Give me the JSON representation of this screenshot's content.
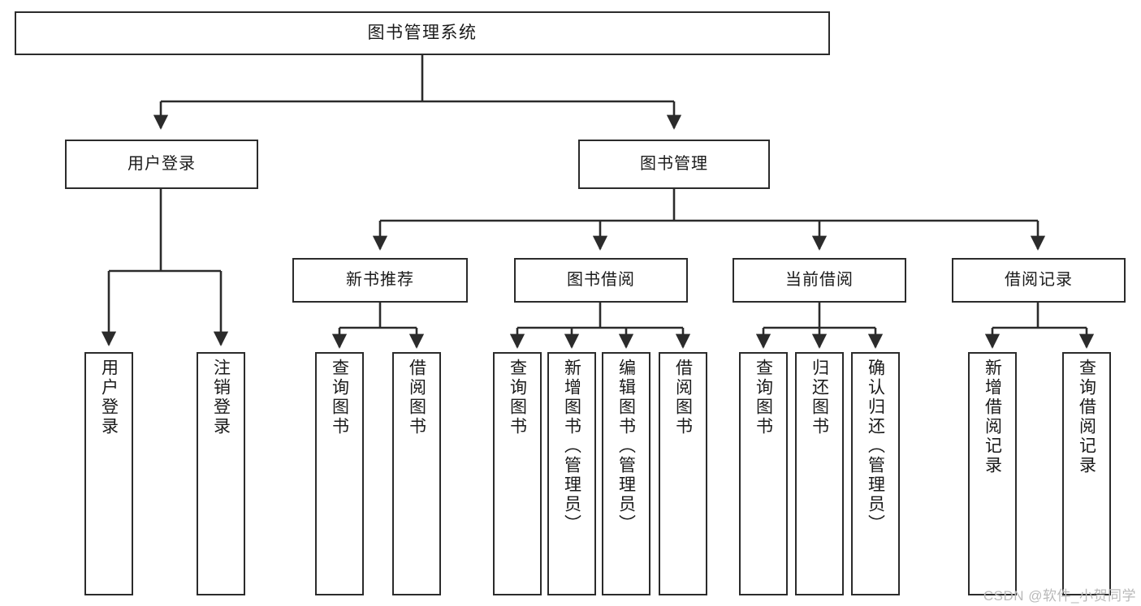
{
  "diagram": {
    "title": "图书管理系统",
    "type": "tree-hierarchy-chart",
    "watermark": "CSDN @软件_小贺同学",
    "colors": {
      "background": "#ffffff",
      "box_border": "#2b2b2b",
      "box_fill": "#ffffff",
      "connector": "#2b2b2b",
      "text": "#1a1a1a",
      "watermark": "#b9b9b9"
    },
    "nodes": {
      "root": {
        "label": "图书管理系统"
      },
      "level2": [
        {
          "id": "user-login",
          "label": "用户登录"
        },
        {
          "id": "book-manage",
          "label": "图书管理"
        }
      ],
      "level3": [
        {
          "id": "new-book-recommend",
          "label": "新书推荐"
        },
        {
          "id": "book-borrow",
          "label": "图书借阅"
        },
        {
          "id": "current-borrow",
          "label": "当前借阅"
        },
        {
          "id": "borrow-record",
          "label": "借阅记录"
        }
      ],
      "leaves": {
        "user_login": [
          {
            "id": "leaf-user-login",
            "label": "用户登录"
          },
          {
            "id": "leaf-logout-login",
            "label": "注销登录"
          }
        ],
        "new_book_recommend": [
          {
            "id": "leaf-query-book-1",
            "label": "查询图书"
          },
          {
            "id": "leaf-borrow-book-1",
            "label": "借阅图书"
          }
        ],
        "book_borrow": [
          {
            "id": "leaf-query-book-2",
            "label": "查询图书"
          },
          {
            "id": "leaf-add-book",
            "label": "新增图书（管理员）"
          },
          {
            "id": "leaf-edit-book",
            "label": "编辑图书（管理员）"
          },
          {
            "id": "leaf-borrow-book-2",
            "label": "借阅图书"
          }
        ],
        "current_borrow": [
          {
            "id": "leaf-query-book-3",
            "label": "查询图书"
          },
          {
            "id": "leaf-return-book",
            "label": "归还图书"
          },
          {
            "id": "leaf-confirm-return",
            "label": "确认归还（管理员）"
          }
        ],
        "borrow_record": [
          {
            "id": "leaf-add-record",
            "label": "新增借阅记录"
          },
          {
            "id": "leaf-query-record",
            "label": "查询借阅记录"
          }
        ]
      }
    }
  }
}
